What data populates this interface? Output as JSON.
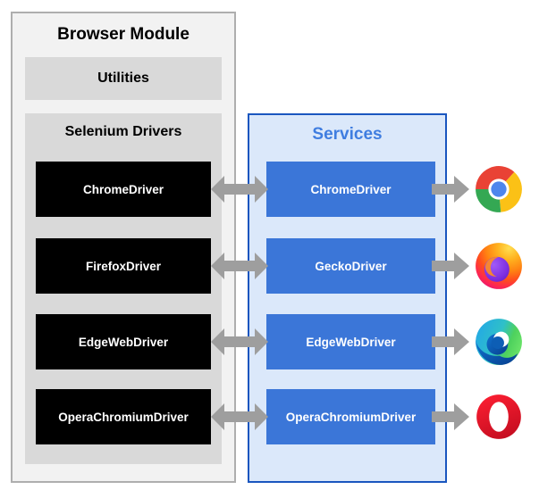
{
  "browser_module": {
    "title": "Browser Module",
    "utilities_label": "Utilities",
    "selenium_title": "Selenium Drivers",
    "drivers": [
      "ChromeDriver",
      "FirefoxDriver",
      "EdgeWebDriver",
      "OperaChromiumDriver"
    ]
  },
  "services": {
    "title": "Services",
    "items": [
      "ChromeDriver",
      "GeckoDriver",
      "EdgeWebDriver",
      "OperaChromiumDriver"
    ]
  },
  "browsers": [
    {
      "icon": "chrome-icon"
    },
    {
      "icon": "firefox-icon"
    },
    {
      "icon": "edge-icon"
    },
    {
      "icon": "opera-icon"
    }
  ],
  "arrows": {
    "between_drivers_and_services": "bidirectional-horizontal-arrow",
    "services_to_browser": "right-arrow"
  },
  "colors": {
    "module_fill": "#f2f2f2",
    "module_border": "#aeaeae",
    "gray_bar_fill": "#d9d9d9",
    "driver_box_fill": "#000000",
    "driver_box_text": "#ffffff",
    "services_fill": "#dbe8fa",
    "services_border": "#1a56bf",
    "services_title_text": "#3f7de0",
    "service_box_fill": "#3b76d8",
    "service_box_text": "#ffffff",
    "arrow": "#9e9e9e"
  }
}
